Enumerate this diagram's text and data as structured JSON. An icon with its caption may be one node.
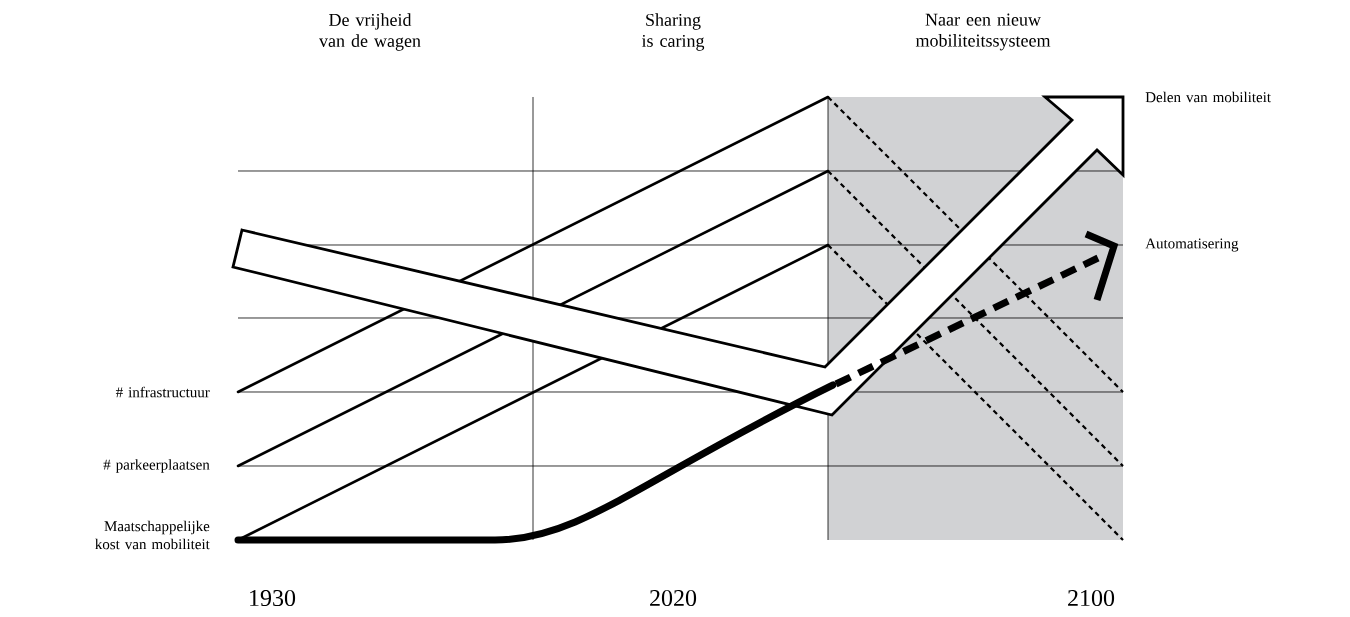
{
  "diagram": {
    "labels": [
      "De vrijheid van de wagen",
      "Sharing is caring",
      "Naar een nieuw mobiliteitssysteem",
      "Delen van mobiliteit",
      "Automatisering",
      "# infrastructuur",
      "# parkeerplaatsen",
      "Maatschappelijke kost van mobiliteit",
      "1930",
      "2020",
      "2100"
    ]
  }
}
